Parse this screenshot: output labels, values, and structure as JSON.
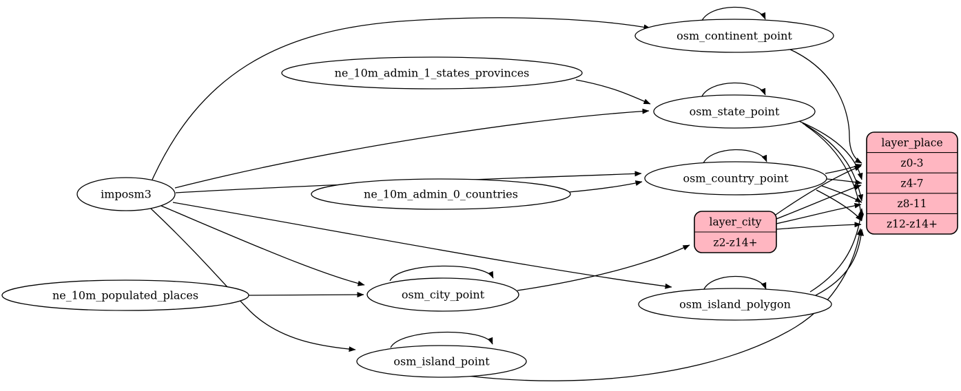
{
  "diagram": {
    "type": "graphviz-etl-flow",
    "background": "#ffffff",
    "colors": {
      "node_fill": "#ffffff",
      "record_fill": "#ffb6c1",
      "stroke": "#000000",
      "text": "#000000"
    },
    "nodes": [
      {
        "id": "imposm3",
        "kind": "ellipse",
        "label": "imposm3"
      },
      {
        "id": "ne_10m_admin_1_states_provinces",
        "kind": "ellipse",
        "label": "ne_10m_admin_1_states_provinces"
      },
      {
        "id": "ne_10m_admin_0_countries",
        "kind": "ellipse",
        "label": "ne_10m_admin_0_countries"
      },
      {
        "id": "ne_10m_populated_places",
        "kind": "ellipse",
        "label": "ne_10m_populated_places"
      },
      {
        "id": "osm_continent_point",
        "kind": "ellipse",
        "label": "osm_continent_point"
      },
      {
        "id": "osm_state_point",
        "kind": "ellipse",
        "label": "osm_state_point"
      },
      {
        "id": "osm_country_point",
        "kind": "ellipse",
        "label": "osm_country_point"
      },
      {
        "id": "osm_city_point",
        "kind": "ellipse",
        "label": "osm_city_point"
      },
      {
        "id": "osm_island_polygon",
        "kind": "ellipse",
        "label": "osm_island_polygon"
      },
      {
        "id": "osm_island_point",
        "kind": "ellipse",
        "label": "osm_island_point"
      },
      {
        "id": "layer_city",
        "kind": "record",
        "header": "layer_city",
        "rows": [
          "z2-z14+"
        ]
      },
      {
        "id": "layer_place",
        "kind": "record",
        "header": "layer_place",
        "rows": [
          "z0-3",
          "z4-7",
          "z8-11",
          "z12-z14+"
        ]
      }
    ],
    "edges": [
      {
        "from": "imposm3",
        "to": "osm_continent_point"
      },
      {
        "from": "imposm3",
        "to": "osm_state_point"
      },
      {
        "from": "imposm3",
        "to": "osm_country_point"
      },
      {
        "from": "imposm3",
        "to": "osm_city_point"
      },
      {
        "from": "imposm3",
        "to": "osm_island_polygon"
      },
      {
        "from": "imposm3",
        "to": "osm_island_point"
      },
      {
        "from": "ne_10m_admin_1_states_provinces",
        "to": "osm_state_point"
      },
      {
        "from": "ne_10m_admin_0_countries",
        "to": "osm_country_point"
      },
      {
        "from": "ne_10m_populated_places",
        "to": "osm_city_point"
      },
      {
        "from": "osm_continent_point",
        "to": "osm_continent_point"
      },
      {
        "from": "osm_state_point",
        "to": "osm_state_point"
      },
      {
        "from": "osm_country_point",
        "to": "osm_country_point"
      },
      {
        "from": "osm_city_point",
        "to": "osm_city_point"
      },
      {
        "from": "osm_island_polygon",
        "to": "osm_island_polygon"
      },
      {
        "from": "osm_island_point",
        "to": "osm_island_point"
      },
      {
        "from": "osm_city_point",
        "to": "layer_city",
        "port": "z2-z14+"
      },
      {
        "from": "layer_city",
        "to": "layer_place",
        "port": "z0-3"
      },
      {
        "from": "layer_city",
        "to": "layer_place",
        "port": "z4-7"
      },
      {
        "from": "layer_city",
        "to": "layer_place",
        "port": "z8-11"
      },
      {
        "from": "layer_city",
        "to": "layer_place",
        "port": "z12-z14+"
      },
      {
        "from": "osm_continent_point",
        "to": "layer_place",
        "port": "z0-3"
      },
      {
        "from": "osm_country_point",
        "to": "layer_place",
        "port": "z0-3"
      },
      {
        "from": "osm_country_point",
        "to": "layer_place",
        "port": "z4-7"
      },
      {
        "from": "osm_country_point",
        "to": "layer_place",
        "port": "z8-11"
      },
      {
        "from": "osm_country_point",
        "to": "layer_place",
        "port": "z12-z14+"
      },
      {
        "from": "osm_state_point",
        "to": "layer_place",
        "port": "z4-7"
      },
      {
        "from": "osm_state_point",
        "to": "layer_place",
        "port": "z8-11"
      },
      {
        "from": "osm_state_point",
        "to": "layer_place",
        "port": "z12-z14+"
      },
      {
        "from": "osm_island_polygon",
        "to": "layer_place",
        "port": "z8-11"
      },
      {
        "from": "osm_island_polygon",
        "to": "layer_place",
        "port": "z12-z14+"
      },
      {
        "from": "osm_island_point",
        "to": "layer_place",
        "port": "z12-z14+"
      }
    ]
  }
}
